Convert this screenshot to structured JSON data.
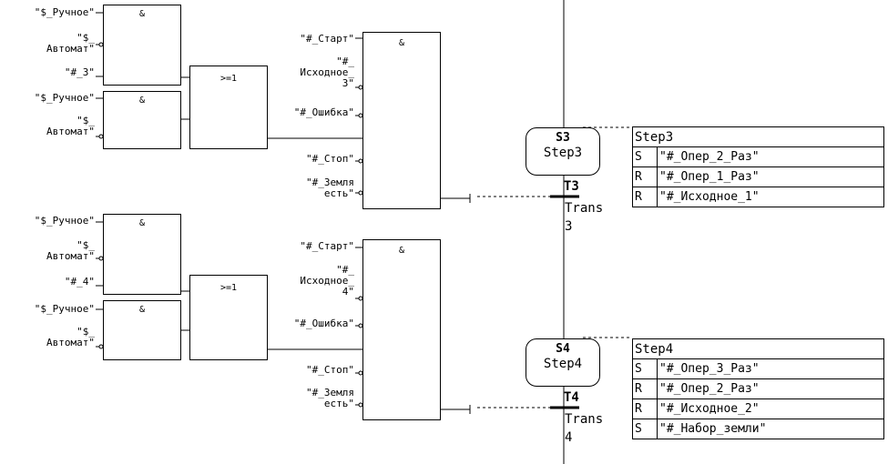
{
  "networks": [
    {
      "and1": {
        "symbol": "&",
        "inputs": [
          "\"$_Ручное\"",
          "\"$_\nАвтомат\"",
          "\"#_3\""
        ]
      },
      "and2": {
        "symbol": "&",
        "inputs": [
          "\"$_Ручное\"",
          "\"$_\nАвтомат\""
        ]
      },
      "or": {
        "symbol": ">=1"
      },
      "and3": {
        "symbol": "&",
        "inputs": [
          "\"#_Старт\"",
          "\"#_\nИсходное_\n3\"",
          "\"#_Ошибка\"",
          "\"#_Стоп\"",
          "\"#_Земля\nесть\""
        ]
      }
    },
    {
      "and1": {
        "symbol": "&",
        "inputs": [
          "\"$_Ручное\"",
          "\"$_\nАвтомат\"",
          "\"#_4\""
        ]
      },
      "and2": {
        "symbol": "&",
        "inputs": [
          "\"$_Ручное\"",
          "\"$_\nАвтомат\""
        ]
      },
      "or": {
        "symbol": ">=1"
      },
      "and3": {
        "symbol": "&",
        "inputs": [
          "\"#_Старт\"",
          "\"#_\nИсходное_\n4\"",
          "\"#_Ошибка\"",
          "\"#_Стоп\"",
          "\"#_Земля\nесть\""
        ]
      }
    }
  ],
  "steps": [
    {
      "id": "S3",
      "name": "Step3",
      "transition_id": "T3",
      "transition_name": "Trans\n3",
      "actions_title": "Step3",
      "actions": [
        {
          "q": "S",
          "op": "\"#_Опер_2_Раз\""
        },
        {
          "q": "R",
          "op": "\"#_Опер_1_Раз\""
        },
        {
          "q": "R",
          "op": "\"#_Исходное_1\""
        }
      ]
    },
    {
      "id": "S4",
      "name": "Step4",
      "transition_id": "T4",
      "transition_name": "Trans\n4",
      "actions_title": "Step4",
      "actions": [
        {
          "q": "S",
          "op": "\"#_Опер_3_Раз\""
        },
        {
          "q": "R",
          "op": "\"#_Опер_2_Раз\""
        },
        {
          "q": "R",
          "op": "\"#_Исходное_2\""
        },
        {
          "q": "S",
          "op": "\"#_Набор_земли\""
        }
      ]
    }
  ]
}
